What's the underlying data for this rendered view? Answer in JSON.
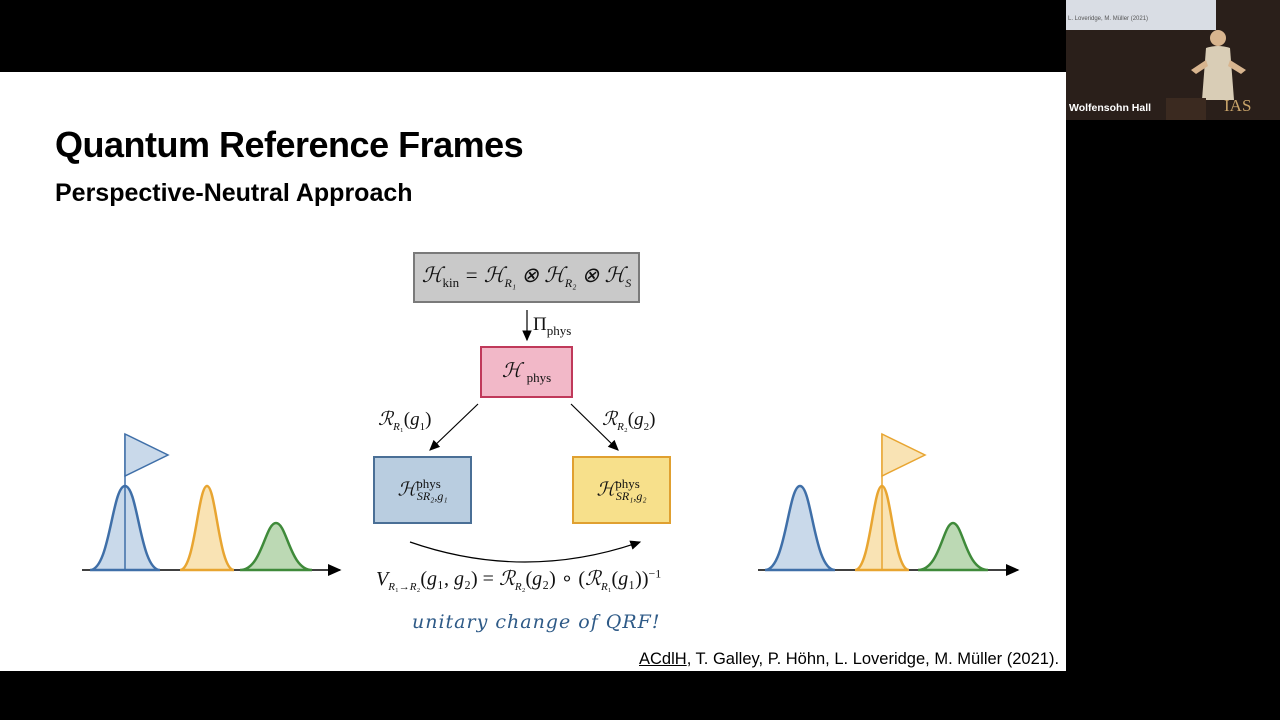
{
  "slide": {
    "title": "Quantum Reference Frames",
    "subtitle": "Perspective-Neutral Approach",
    "handwritten_note": "unitary change of QRF!",
    "citation_link": "ACdlH",
    "citation_rest": ", T. Galley, P. Höhn, L. Loveridge, M. Müller (2021)."
  },
  "diagram": {
    "projector_label": "Π",
    "projector_sub": "phys"
  },
  "video": {
    "location_label": "Wolfensohn Hall",
    "sign_text": "IAS",
    "screen_text": "L. Loveridge, M. Müller (2021)"
  },
  "colors": {
    "blue": "#3f6fa8",
    "orange": "#e8a531",
    "green": "#3f8a3a",
    "pink": "#c0395a"
  }
}
